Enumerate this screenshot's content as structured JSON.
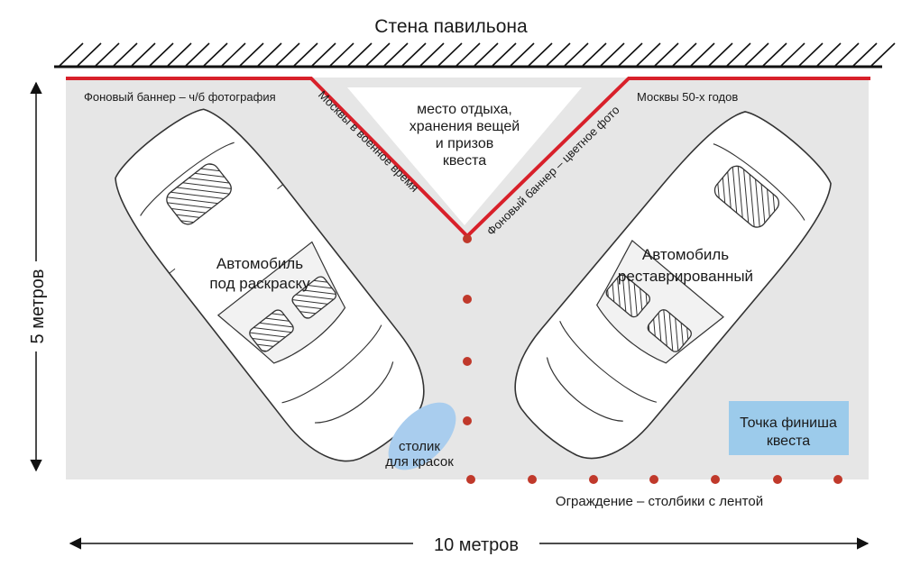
{
  "wall_title": "Стена павильона",
  "banner_bw_label": "Фоновый баннер – ч/б фотография",
  "banner_war_label": "Москвы в военное время",
  "banner_color_label": "Фоновый баннер – цветное фото",
  "banner_50s_label": "Москвы 50-х годов",
  "rest_area_lines": [
    "место отдыха,",
    "хранения вещей",
    "и призов",
    "квеста"
  ],
  "car_left_lines": [
    "Автомобиль",
    "под раскраску"
  ],
  "car_right_lines": [
    "Автомобиль",
    "реставрированный"
  ],
  "paint_table_lines": [
    "столик",
    "для красок"
  ],
  "finish_lines": [
    "Точка финиша",
    "квеста"
  ],
  "fence_label": "Ограждение – столбики с лентой",
  "height_label": "5 метров",
  "width_label": "10 метров",
  "colors": {
    "floor": "#e6e6e6",
    "banner": "#d8202a",
    "post": "#c0392b",
    "table": "#a9cdee",
    "finish": "#9ccbeb"
  }
}
